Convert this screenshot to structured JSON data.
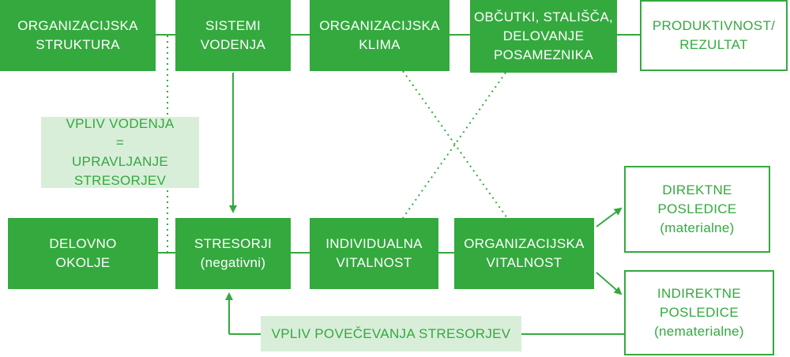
{
  "colors": {
    "accent": "#34a93e",
    "light": "#d8eed9",
    "background": "#ffffff"
  },
  "boxes": {
    "organizational_structure": "ORGANIZACIJSKA\nSTRUKTURA",
    "management_systems": "SISTEMI\nVODENJA",
    "organizational_climate": "ORGANIZACIJSKA\nKLIMA",
    "feelings_attitudes": "OBČUTKI, STALIŠČA,\nDELOVANJE\nPOSAMEZNIKA",
    "productivity": "PRODUKTIVNOST/\nREZULTAT",
    "leadership_influence": "VPLIV VODENJA\n=\nUPRAVLJANJE\nSTRESORJEV",
    "work_environment": "DELOVNO\nOKOLJE",
    "stressors": "STRESORJI\n(negativni)",
    "individual_vitality": "INDIVIDUALNA\nVITALNOST",
    "organizational_vitality": "ORGANIZACIJSKA\nVITALNOST",
    "direct_consequences": "DIREKTNE\nPOSLEDICE\n(materialne)",
    "indirect_consequences": "INDIREKTNE\nPOSLEDICE\n(nematerialne)",
    "stressor_increase": "VPLIV POVEČEVANJA STRESORJEV"
  }
}
